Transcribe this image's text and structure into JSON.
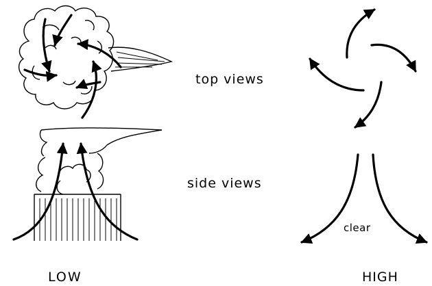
{
  "labels": {
    "top_views": "top views",
    "side_views": "side views",
    "clear": "clear",
    "low": "LOW",
    "high": "HIGH"
  },
  "colors": {
    "ink": "#000000",
    "background": "#ffffff"
  }
}
